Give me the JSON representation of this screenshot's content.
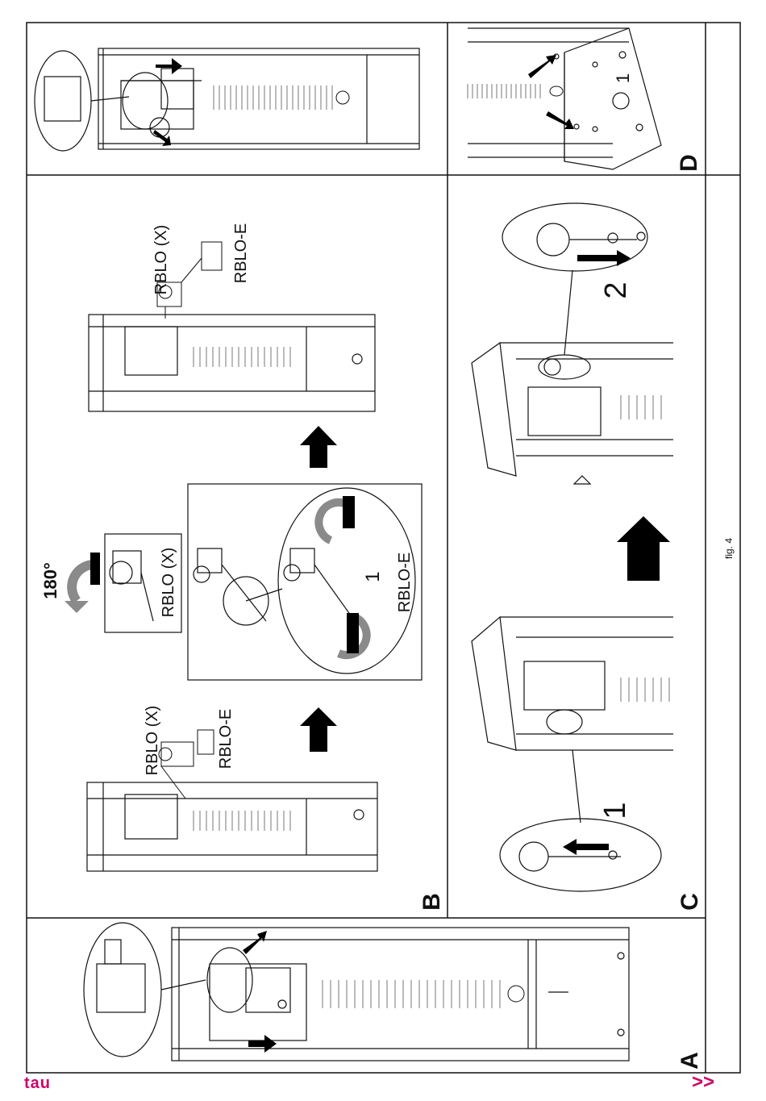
{
  "figure": {
    "caption": "fig. 4",
    "panels": {
      "A": {
        "letter": "A"
      },
      "B": {
        "letter": "B",
        "labels_left": {
          "rblo_x": "RBLO (X)",
          "rblo_e": "RBLO-E"
        },
        "rotation": {
          "angle": "180°",
          "part": "RBLO (X)"
        },
        "detail": {
          "step": "1",
          "part": "RBLO-E"
        },
        "labels_right": {
          "rblo_x": "RBLO (X)",
          "rblo_e": "RBLO-E"
        }
      },
      "C": {
        "letter": "C",
        "step1": "1",
        "step2": "2"
      },
      "D": {
        "letter": "D",
        "step": "1"
      }
    }
  },
  "footer": {
    "brand": "tau",
    "next": ">>"
  },
  "colors": {
    "brand": "#d1006c",
    "line": "#111111",
    "arrow_fill": "#000000",
    "rotation_grey": "#8a8a8a"
  }
}
